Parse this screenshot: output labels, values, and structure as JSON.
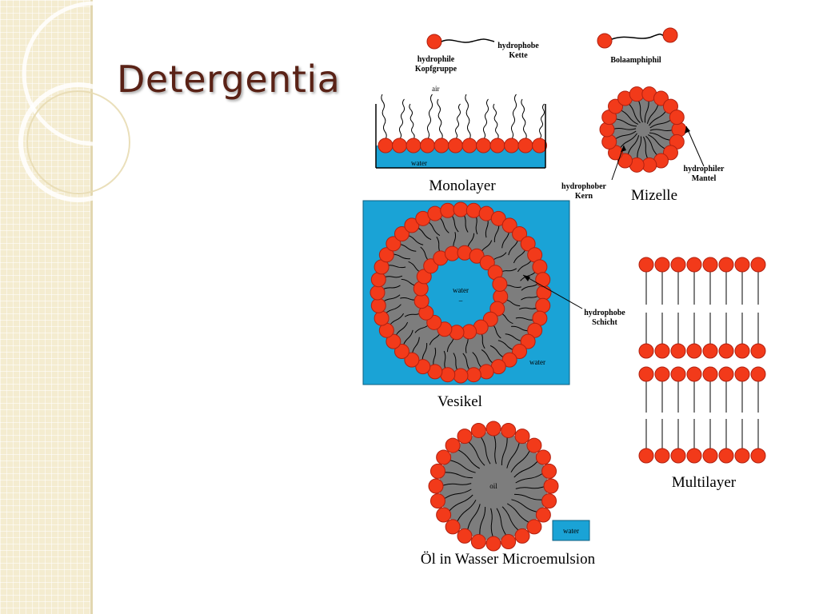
{
  "slide": {
    "title": "Detergentia"
  },
  "diagram": {
    "monolayer": {
      "caption": "Monolayer",
      "head_label_line1": "hydrophile",
      "head_label_line2": "Kopfgruppe",
      "tail_label_line1": "hydrophobe",
      "tail_label_line2": "Kette",
      "air_label": "air",
      "water_label": "water"
    },
    "mizelle": {
      "caption": "Mizelle",
      "bola_label": "Bolaamphiphil",
      "core_label_line1": "hydrophober",
      "core_label_line2": "Kern",
      "mantle_label_line1": "hydrophiler",
      "mantle_label_line2": "Mantel"
    },
    "vesikel": {
      "caption": "Vesikel",
      "inner_water_label": "water",
      "outer_water_label": "water",
      "layer_label_line1": "hydrophobe",
      "layer_label_line2": "Schicht"
    },
    "multilayer": {
      "caption": "Multilayer"
    },
    "microemulsion": {
      "caption": "Öl in Wasser Microemulsion",
      "oil_label": "oil",
      "legend_water_label": "water"
    },
    "colors": {
      "head": "#f23a1a",
      "head_stroke": "#b02010",
      "core": "#7d7d7d",
      "water": "#1aa3d6",
      "title": "#5a2216"
    }
  }
}
